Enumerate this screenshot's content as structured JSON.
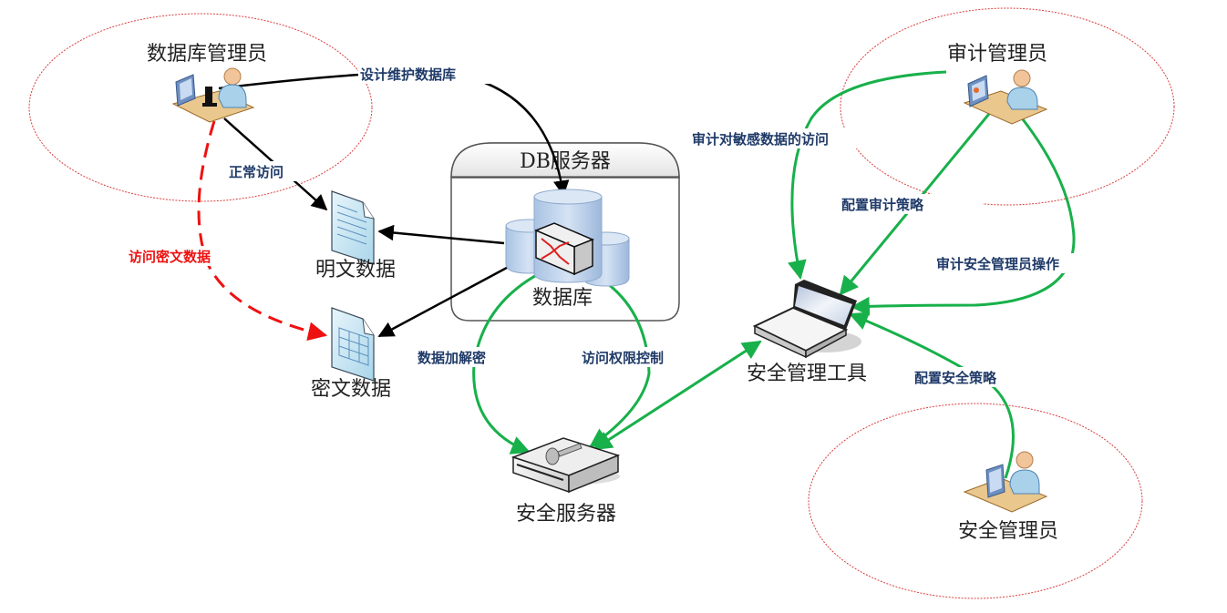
{
  "diagram": {
    "colors": {
      "green_edge": "#18b04a",
      "black_edge": "#000000",
      "red_edge": "#ee1111",
      "edge_label": "#1f3a68",
      "group_outline": "#d9403f"
    },
    "groups": {
      "dba": {
        "label": "数据库管理员"
      },
      "auditor": {
        "label": "审计管理员"
      },
      "security_admin": {
        "label": "安全管理员"
      }
    },
    "nodes": {
      "db_server_box": {
        "label": "DB服务器"
      },
      "database": {
        "label": "数据库"
      },
      "plain_data": {
        "label": "明文数据"
      },
      "cipher_data": {
        "label": "密文数据"
      },
      "security_tool": {
        "label": "安全管理工具"
      },
      "security_server": {
        "label": "安全服务器"
      }
    },
    "edges": {
      "design_maintain": {
        "label": "设计维护数据库",
        "from": "数据库管理员",
        "to": "数据库"
      },
      "normal_access": {
        "label": "正常访问",
        "from": "数据库管理员",
        "to": "明文数据"
      },
      "access_cipher": {
        "label": "访问密文数据",
        "from": "数据库管理员",
        "to": "密文数据"
      },
      "encrypt_decrypt": {
        "label": "数据加解密",
        "from": "数据库",
        "to": "安全服务器"
      },
      "access_control": {
        "label": "访问权限控制",
        "from": "数据库",
        "to": "安全服务器"
      },
      "audit_sensitive": {
        "label": "审计对敏感数据的访问",
        "from": "审计管理员",
        "to": "安全管理工具"
      },
      "config_audit": {
        "label": "配置审计策略",
        "from": "审计管理员",
        "to": "安全管理工具"
      },
      "audit_sec_admin": {
        "label": "审计安全管理员操作",
        "from": "审计管理员",
        "to": "安全管理工具"
      },
      "config_security": {
        "label": "配置安全策略",
        "from": "安全管理员",
        "to": "安全管理工具"
      }
    }
  }
}
